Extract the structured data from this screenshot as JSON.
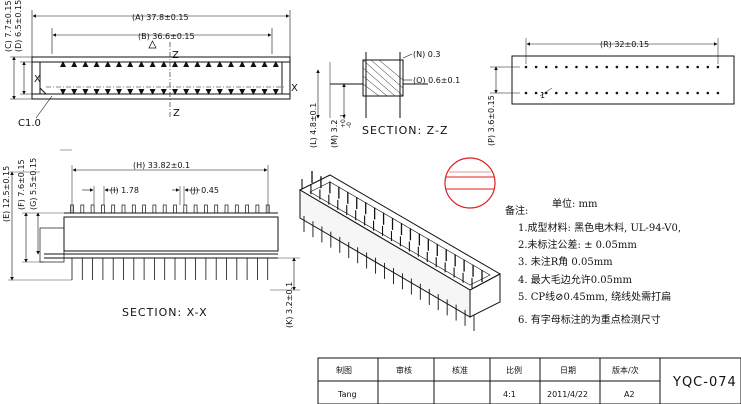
{
  "dims": {
    "A": "(A) 37.8±0.15",
    "B": "(B) 36.6±0.15",
    "C": "(C) 7.7±0.15",
    "D": "(D) 6.5±0.15",
    "chamfer": "C1.0",
    "N": "(N) 0.3",
    "O": "(O) 0.6±0.1",
    "L": "(L) 4.8±0.1",
    "M": "(M) 3.2",
    "M_tol_plus": "+0.1",
    "M_tol_minus": "-0",
    "R": "(R) 32±0.15",
    "P": "(P) 3.6±0.15",
    "pin1": "1",
    "H": "(H) 33.82±0.1",
    "I": "(I) 1.78",
    "J": "(J) 0.45",
    "E": "(E) 12.5±0.15",
    "F": "(F) 7.6±0.15",
    "G": "(G) 5.5±0.15",
    "K": "(K) 3.2±0.1"
  },
  "markers": {
    "x": "X",
    "z": "Z"
  },
  "sections": {
    "zz": "SECTION: Z-Z",
    "xx": "SECTION: X-X"
  },
  "notes": {
    "title": "备注:",
    "unit": "单位: mm",
    "lines": [
      "1.成型材料: 黑色电木料, UL-94-V0,",
      "2.未标注公差: ± 0.05mm",
      "3. 未注R角 0.05mm",
      "4. 最大毛边允许0.05mm",
      "5. CP线⊘0.45mm, 绕线处需打扁",
      "6. 有字母标注的为重点检测尺寸"
    ]
  },
  "titleblock": {
    "headers": [
      "制图",
      "审核",
      "核准",
      "比例",
      "日期",
      "版本/次"
    ],
    "values": [
      "Tang",
      "",
      "",
      "4:1",
      "2011/4/22",
      "A2"
    ],
    "partno": "YQC-074"
  }
}
